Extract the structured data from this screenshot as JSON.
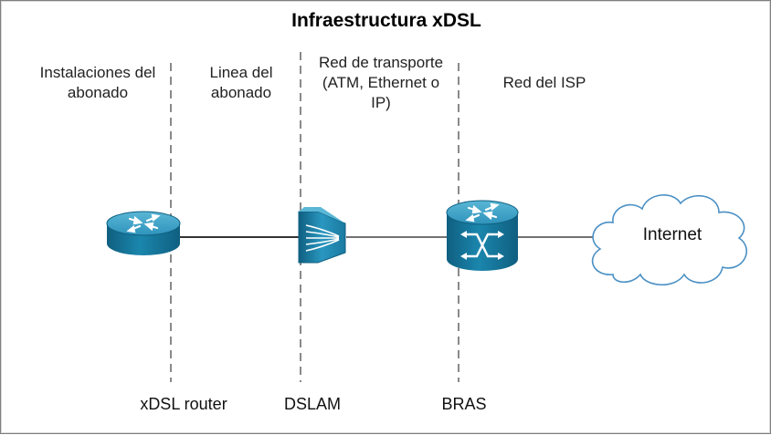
{
  "title": "Infraestructura xDSL",
  "zones": [
    {
      "label_line1": "Instalaciones del",
      "label_line2": "abonado",
      "label_line3": ""
    },
    {
      "label_line1": "Linea del",
      "label_line2": "abonado",
      "label_line3": ""
    },
    {
      "label_line1": "Red de transporte",
      "label_line2": "(ATM, Ethernet o",
      "label_line3": "IP)"
    },
    {
      "label_line1": "Red del ISP",
      "label_line2": "",
      "label_line3": ""
    }
  ],
  "devices": [
    {
      "label": "xDSL router",
      "icon": "router-icon"
    },
    {
      "label": "DSLAM",
      "icon": "dslam-icon"
    },
    {
      "label": "BRAS",
      "icon": "bras-icon"
    }
  ],
  "cloud": {
    "label": "Internet",
    "icon": "cloud-icon"
  },
  "colors": {
    "device_fill": "#1b7fa6",
    "device_top": "#3ea3c7",
    "device_dark": "#0f5f80",
    "divider": "#888888",
    "link": "#333333",
    "cloud_stroke": "#4a90c4"
  }
}
